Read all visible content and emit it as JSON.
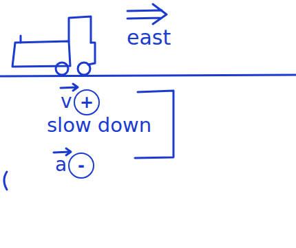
{
  "diagram": {
    "nodes": [
      {
        "text": [
          "+"
        ]
      },
      {
        "text": [
          "-"
        ]
      }
    ],
    "labels": [
      "east",
      "v",
      "slow down",
      "a"
    ]
  }
}
